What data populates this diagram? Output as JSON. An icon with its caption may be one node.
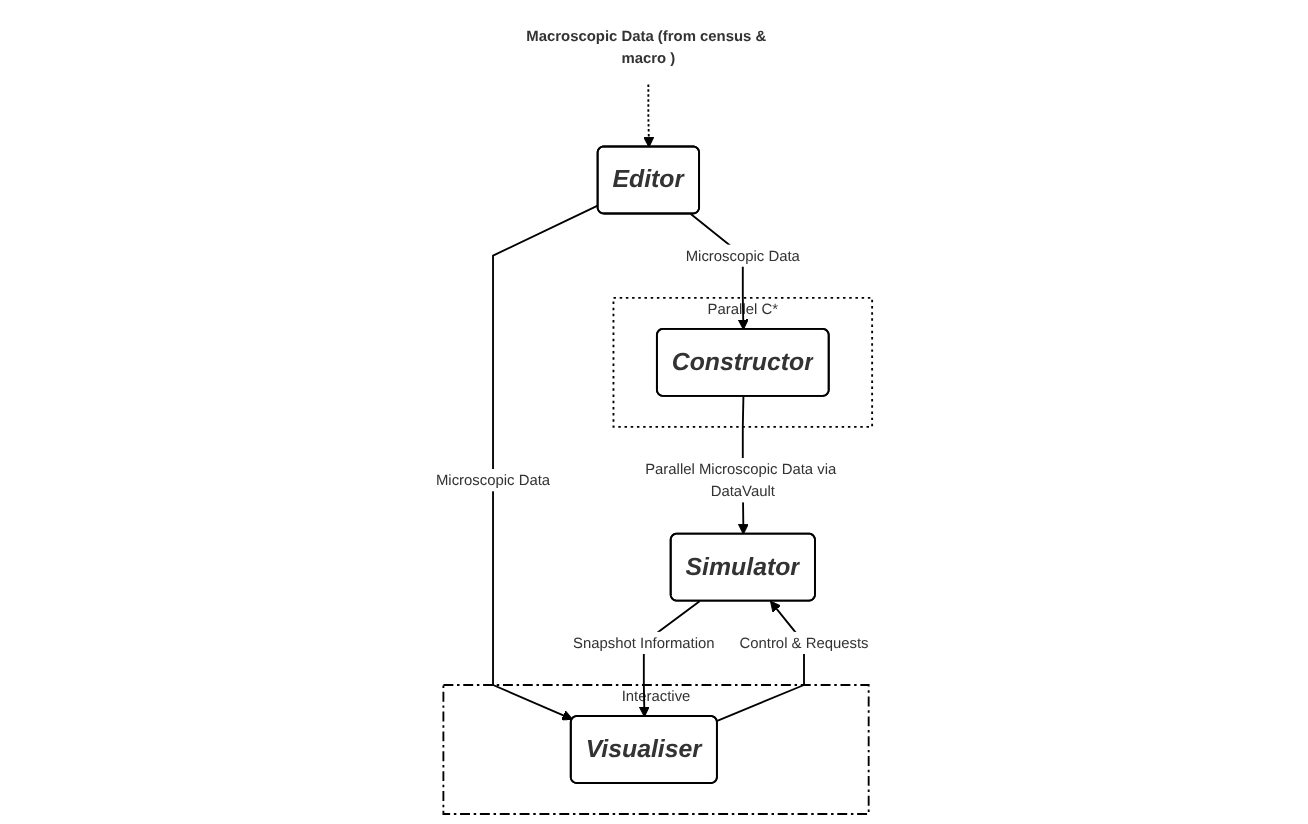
{
  "diagram": {
    "nodes": [
      {
        "text": [
          "Macroscopic Data (from census & macro )"
        ]
      },
      {
        "text": [
          "Editor"
        ]
      },
      {
        "text": [
          "Parallel C*"
        ]
      },
      {
        "text": [
          "Constructor"
        ],
        "in": 2
      },
      {
        "text": [
          "Interactive"
        ]
      },
      {
        "text": [
          "Visualiser"
        ],
        "in": 4
      },
      {
        "text": [
          "Simulator"
        ]
      }
    ],
    "edges": [
      {
        "from": 0,
        "to": 1,
        "arrow": "to",
        "style": "dashed"
      },
      {
        "from": 1,
        "to": 3,
        "arrow": "to",
        "label": "Microscopic Data"
      },
      {
        "from": 1,
        "to": 5,
        "arrow": "to",
        "label": "Microscopic Data"
      },
      {
        "from": 3,
        "to": 6,
        "arrow": "to",
        "label": "Parallel Microscopic Data via DataVault"
      },
      {
        "from": 5,
        "to": 6,
        "arrow": "to",
        "label": "Control & Requests"
      },
      {
        "from": 6,
        "to": 5,
        "arrow": "to",
        "label": "Snapshot Information"
      }
    ]
  }
}
